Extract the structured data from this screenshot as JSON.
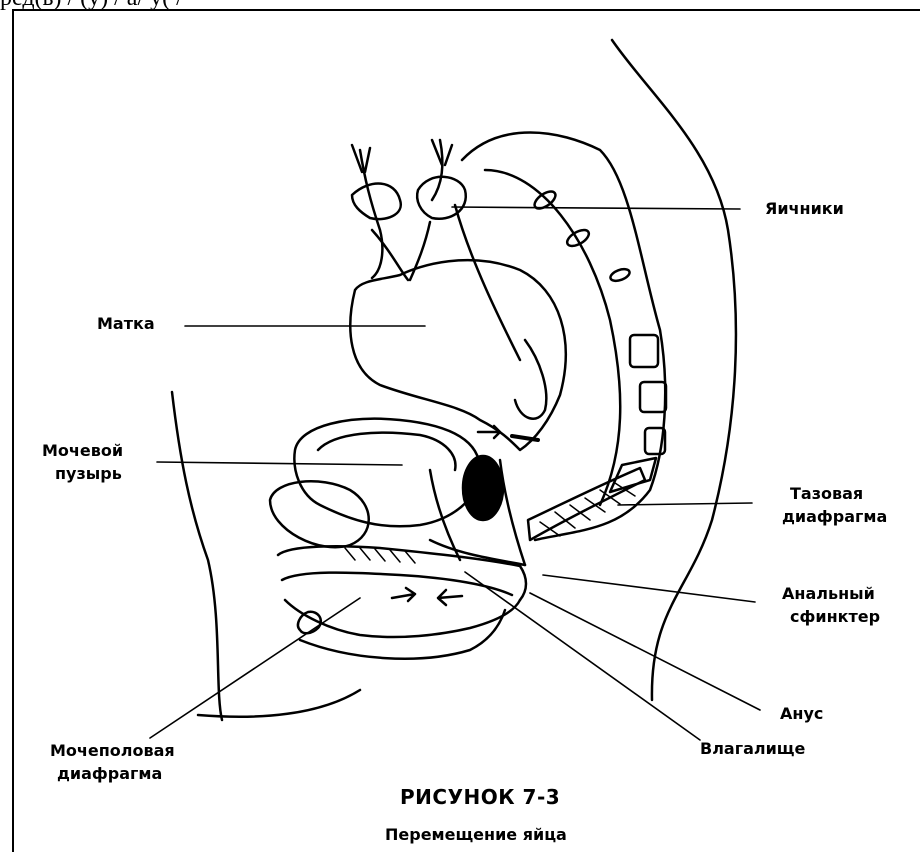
{
  "header_fragment": "ред(ь) / (у) / а/ у( /",
  "labels": {
    "ovaries": "Яичники",
    "uterus": "Матка",
    "bladder_line1": "Мочевой",
    "bladder_line2": "пузырь",
    "pelvic_line1": "Тазовая",
    "pelvic_line2": "диафрагма",
    "anal_line1": "Анальный",
    "anal_line2": "сфинктер",
    "anus": "Анус",
    "vagina": "Влагалище",
    "urogenital_line1": "Мочеполовая",
    "urogenital_line2": "диафрагма"
  },
  "figure": {
    "title": "РИСУНОК 7-3",
    "subtitle": "Перемещение яйца"
  }
}
